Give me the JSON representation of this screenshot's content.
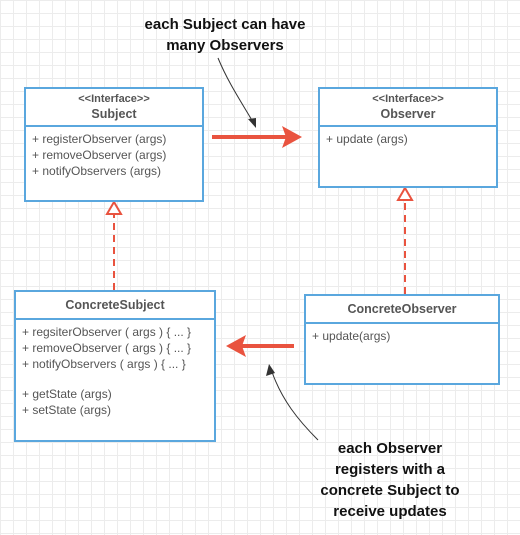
{
  "notes": {
    "top": [
      "each Subject can have",
      "many Observers"
    ],
    "bottom": [
      "each Observer",
      "registers with a",
      "concrete Subject to",
      "receive updates"
    ]
  },
  "classes": {
    "subject": {
      "stereotype": "<<Interface>>",
      "name": "Subject",
      "methods": [
        "+ registerObserver (args)",
        "+ removeObserver (args)",
        "+ notifyObservers (args)"
      ]
    },
    "observer": {
      "stereotype": "<<Interface>>",
      "name": "Observer",
      "methods": [
        "+ update (args)"
      ]
    },
    "concrete_subject": {
      "name": "ConcreteSubject",
      "methods": [
        "+ regsiterObserver ( args ) { ... }",
        "+ removeObserver ( args ) { ... }",
        "+ notifyObservers ( args ) { ... }"
      ],
      "methods2": [
        "+ getState (args)",
        "+ setState (args)"
      ]
    },
    "concrete_observer": {
      "name": "ConcreteObserver",
      "methods": [
        "+ update(args)"
      ]
    }
  },
  "colors": {
    "border": "#5aa7de",
    "arrow": "#e9533f",
    "text": "#555555"
  }
}
